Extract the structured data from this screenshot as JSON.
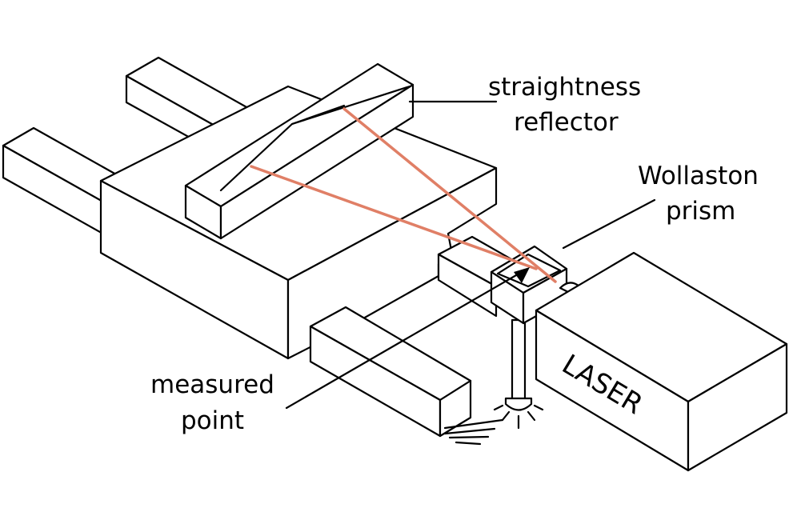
{
  "labels": {
    "straightness_reflector": [
      "straightness",
      "reflector"
    ],
    "wollaston_prism": [
      "Wollaston",
      "prism"
    ],
    "measured_point": [
      "measured",
      "point"
    ],
    "laser": "LASER"
  },
  "colors": {
    "beam": "#E07F66",
    "outline": "#000000",
    "background": "#ffffff"
  }
}
